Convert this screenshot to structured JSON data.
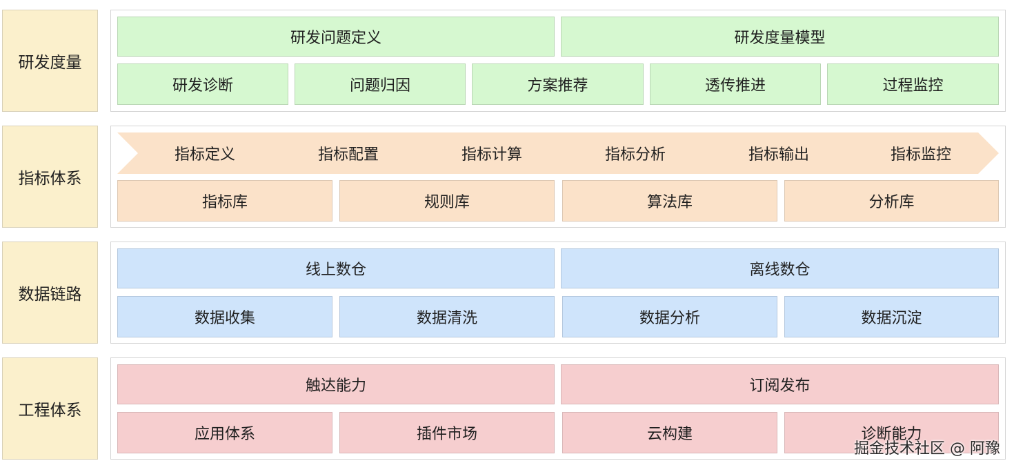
{
  "rows": [
    {
      "label": "研发度量",
      "top": [
        "研发问题定义",
        "研发度量模型"
      ],
      "bottom": [
        "研发诊断",
        "问题归因",
        "方案推荐",
        "透传推进",
        "过程监控"
      ]
    },
    {
      "label": "指标体系",
      "flow": [
        "指标定义",
        "指标配置",
        "指标计算",
        "指标分析",
        "指标输出",
        "指标监控"
      ],
      "bottom": [
        "指标库",
        "规则库",
        "算法库",
        "分析库"
      ]
    },
    {
      "label": "数据链路",
      "top": [
        "线上数仓",
        "离线数仓"
      ],
      "bottom": [
        "数据收集",
        "数据清洗",
        "数据分析",
        "数据沉淀"
      ]
    },
    {
      "label": "工程体系",
      "top": [
        "触达能力",
        "订阅发布"
      ],
      "bottom": [
        "应用体系",
        "插件市场",
        "云构建",
        "诊断能力"
      ]
    }
  ],
  "watermark": "掘金技术社区 @ 阿豫",
  "colors": {
    "label_bg": "#fbf0cc",
    "green": "#d6f8d0",
    "orange": "#fbe2c9",
    "blue": "#cfe4fb",
    "red": "#f6cecf"
  }
}
